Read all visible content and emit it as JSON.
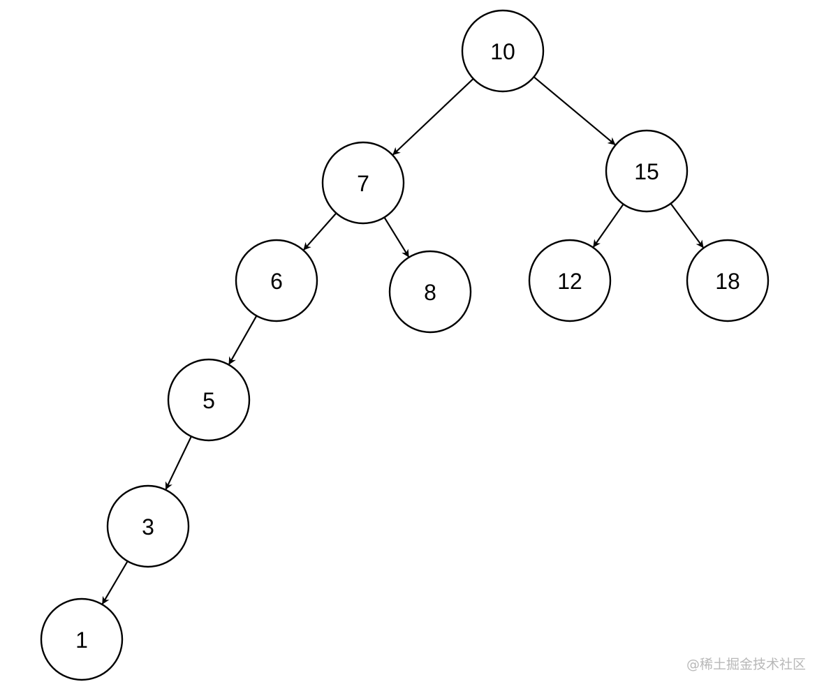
{
  "tree": {
    "nodes": [
      {
        "id": "n10",
        "label": "10"
      },
      {
        "id": "n7",
        "label": "7"
      },
      {
        "id": "n15",
        "label": "15"
      },
      {
        "id": "n6",
        "label": "6"
      },
      {
        "id": "n8",
        "label": "8"
      },
      {
        "id": "n12",
        "label": "12"
      },
      {
        "id": "n18",
        "label": "18"
      },
      {
        "id": "n5",
        "label": "5"
      },
      {
        "id": "n3",
        "label": "3"
      },
      {
        "id": "n1",
        "label": "1"
      }
    ],
    "edges": [
      {
        "from": "n10",
        "to": "n7"
      },
      {
        "from": "n10",
        "to": "n15"
      },
      {
        "from": "n7",
        "to": "n6"
      },
      {
        "from": "n7",
        "to": "n8"
      },
      {
        "from": "n15",
        "to": "n12"
      },
      {
        "from": "n15",
        "to": "n18"
      },
      {
        "from": "n6",
        "to": "n5"
      },
      {
        "from": "n5",
        "to": "n3"
      },
      {
        "from": "n3",
        "to": "n1"
      }
    ]
  },
  "watermark": "@稀土掘金技术社区",
  "colors": {
    "stroke": "#000000",
    "fill": "#ffffff",
    "watermark": "#b8b8b8"
  }
}
